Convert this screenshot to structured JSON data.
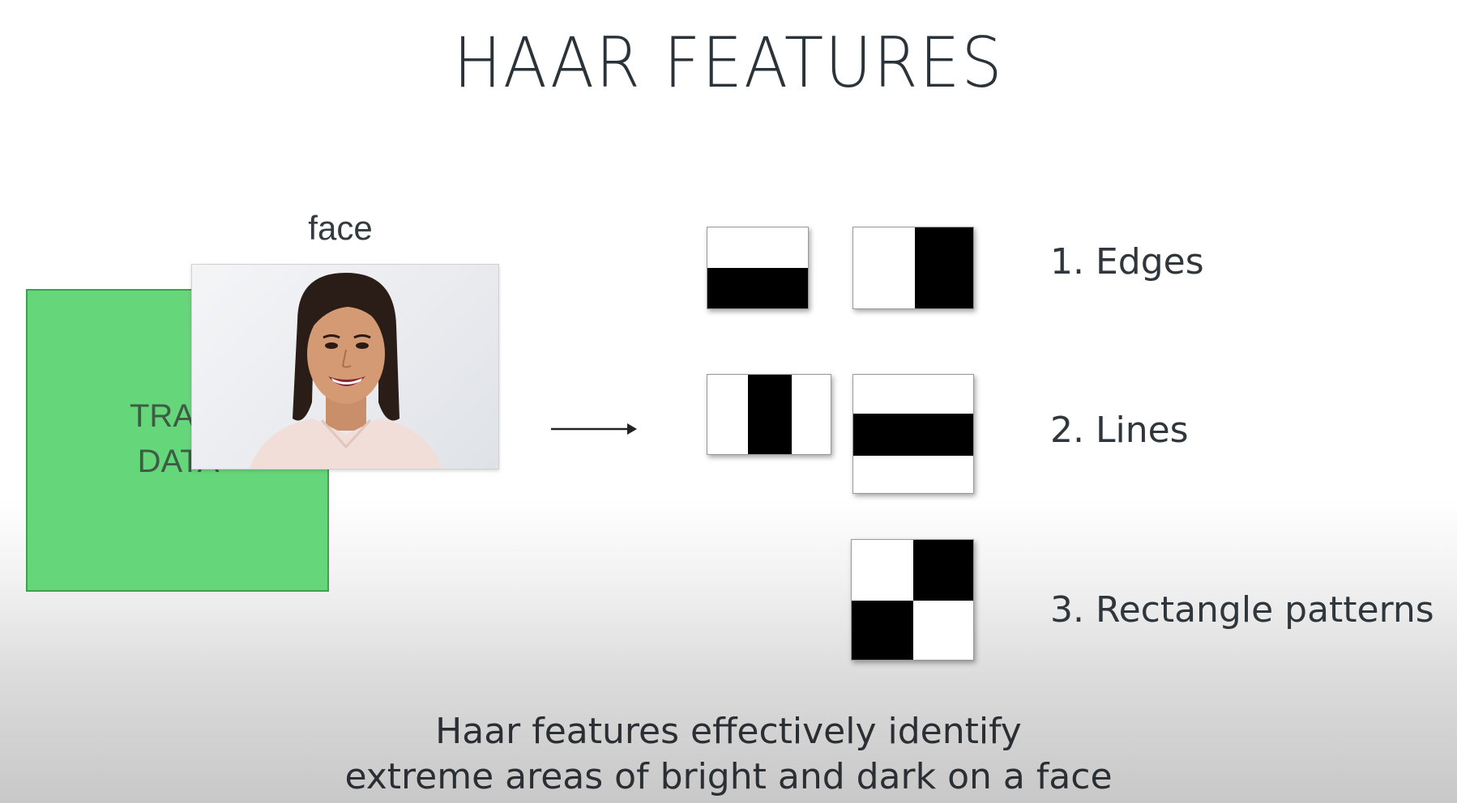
{
  "title": "HAAR FEATURES",
  "training_block": {
    "label_line1": "TRAIN",
    "label_line2": "DATA",
    "color": "#66d67a"
  },
  "face_label": "face",
  "features": [
    {
      "label": "1. Edges"
    },
    {
      "label": "2. Lines"
    },
    {
      "label": "3. Rectangle patterns"
    }
  ],
  "caption": {
    "line1": "Haar features effectively identify",
    "line2": "extreme areas of bright and dark on a face"
  }
}
